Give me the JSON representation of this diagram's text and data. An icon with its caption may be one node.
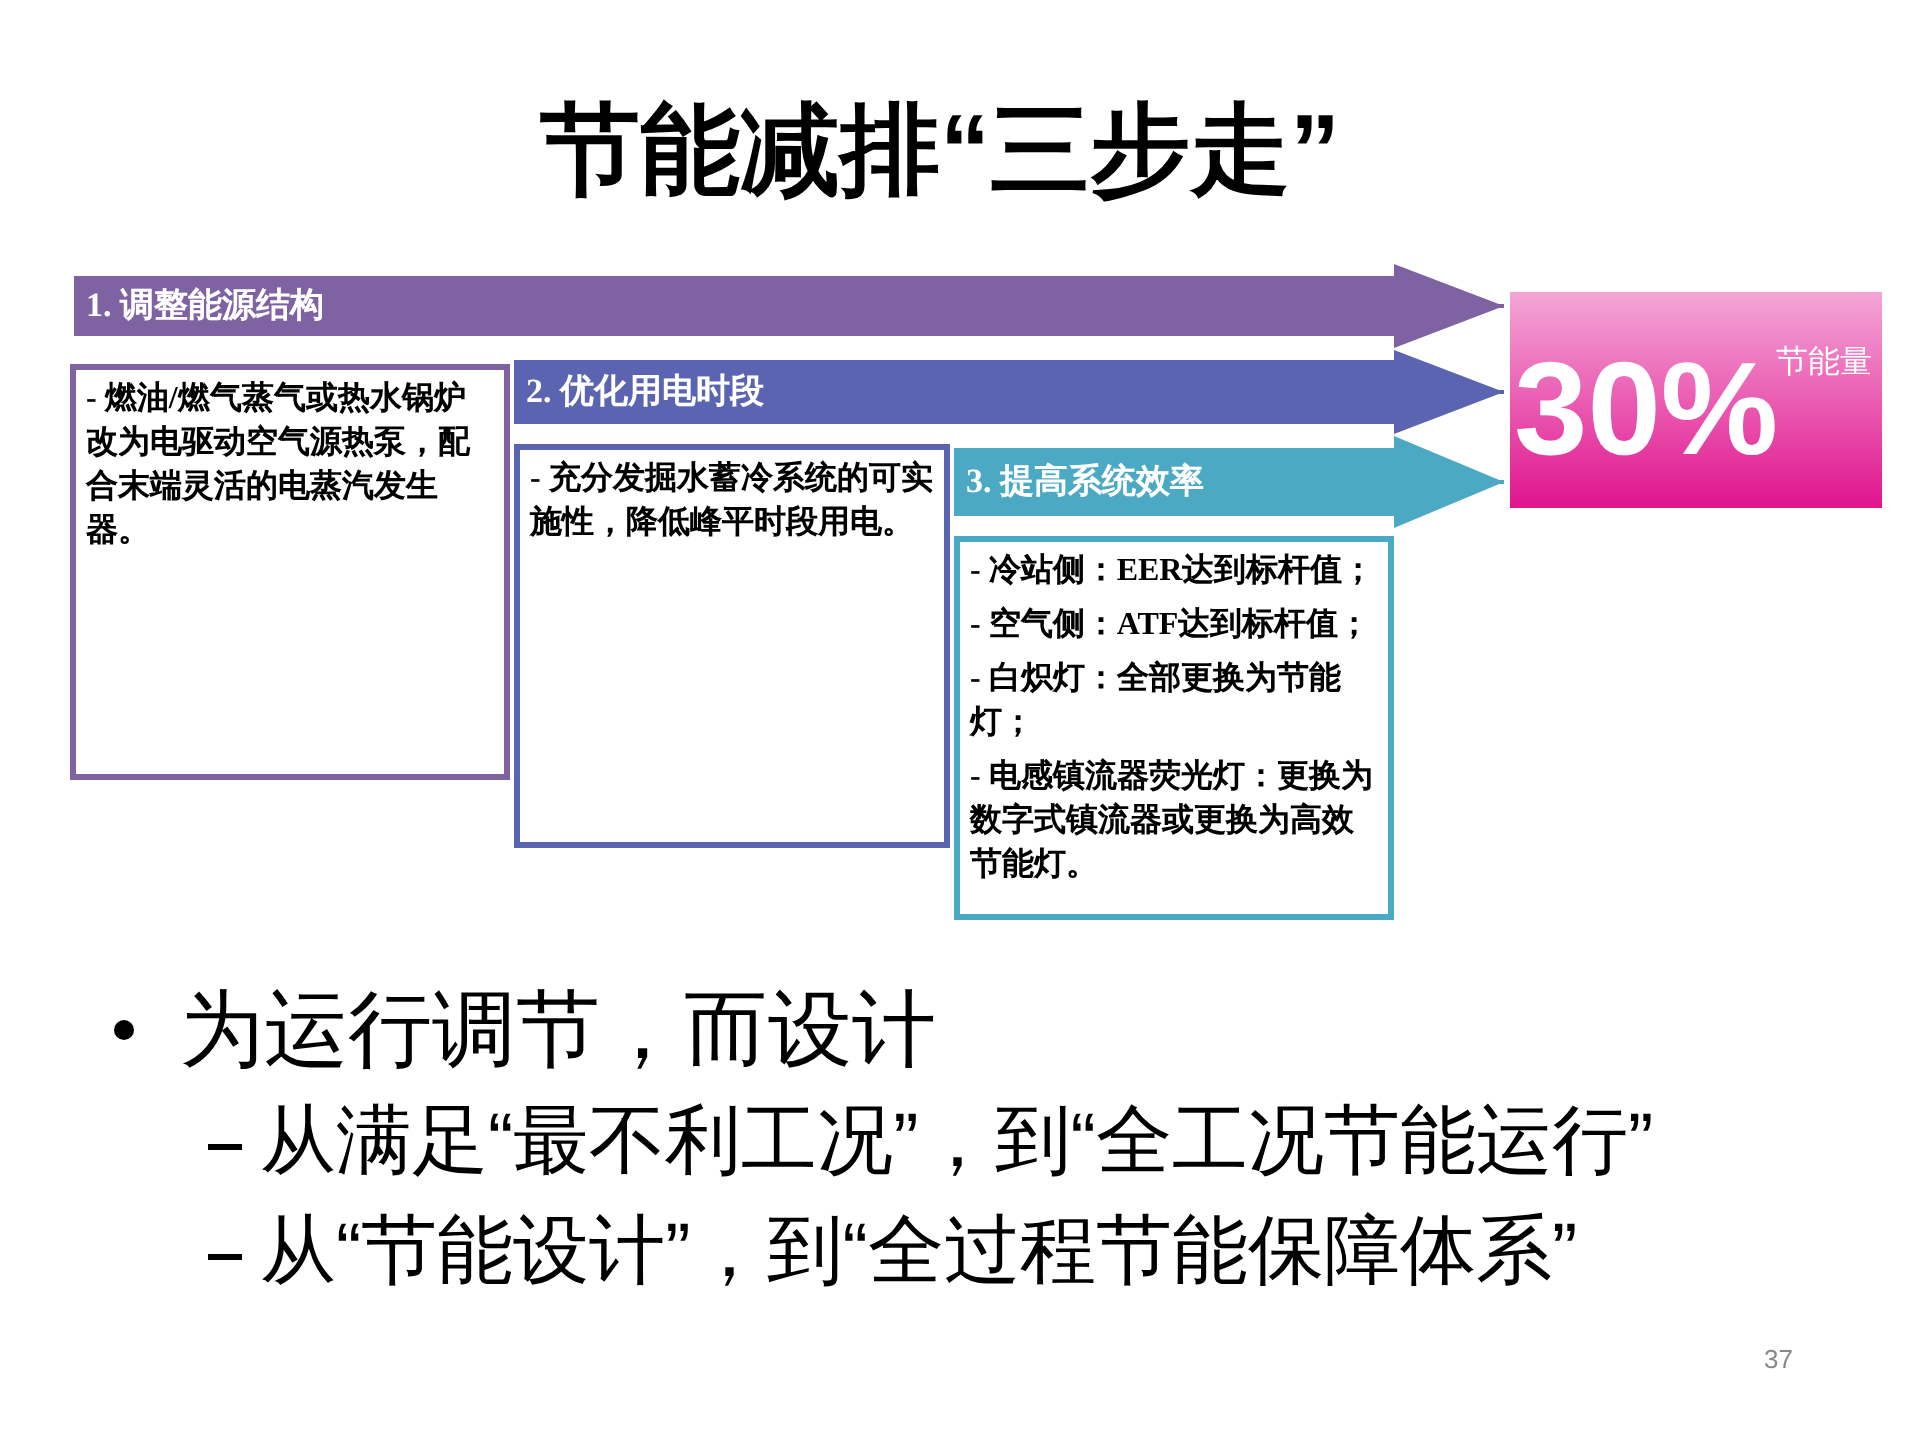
{
  "diagram": {
    "title": "节能减排“三步走”",
    "nodes": [
      {
        "text": [
          "1. 调整能源结构"
        ]
      },
      {
        "text": [
          "- 燃油/燃气蒸气或热水锅炉改为电驱动空气源热泵，配合末端灵活的电蒸汽发生器。"
        ]
      },
      {
        "text": [
          "2. 优化用电时段"
        ]
      },
      {
        "text": [
          "- 充分发掘水蓄冷系统的可实施性，降低峰平时段用电。"
        ]
      },
      {
        "text": [
          "3. 提高系统效率"
        ]
      },
      {
        "text": [
          "- 冷站侧：EER达到标杆值；",
          "- 空气侧：ATF达到标杆值；",
          "- 白炽灯：全部更换为节能灯；",
          "- 电感镇流器荧光灯：更换为数字式镇流器或更换为高效节能灯。"
        ]
      },
      {
        "text": [
          "30%",
          "节能量"
        ]
      }
    ],
    "edges": [
      {
        "from": 0,
        "to": 6,
        "arrow": "to",
        "color": "#7f62a1"
      },
      {
        "from": 2,
        "to": 6,
        "arrow": "to",
        "color": "#5a64b0"
      },
      {
        "from": 4,
        "to": 6,
        "arrow": "to",
        "color": "#4ba9c3"
      }
    ],
    "labels": [
      "为运行调节，而设计",
      "从满足“最不利工况”，到“全工况节能运行”",
      "从“节能设计”，到“全过程节能保障体系”",
      "37"
    ]
  }
}
